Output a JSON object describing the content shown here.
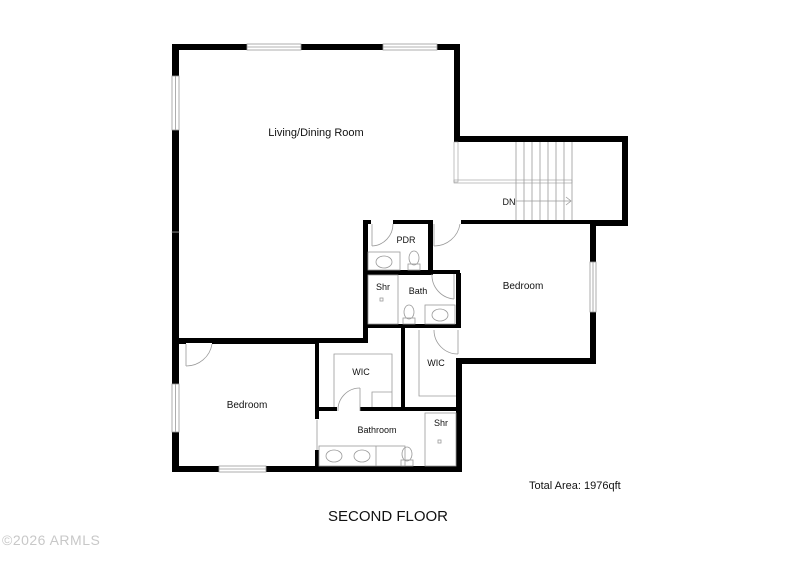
{
  "plan": {
    "floor_title": "SECOND FLOOR",
    "total_area": "Total Area: 1976qft",
    "watermark": "©2026 ARMLS",
    "rooms": {
      "living": "Living/Dining Room",
      "pdr": "PDR",
      "shr1": "Shr",
      "bath": "Bath",
      "bedroom_right": "Bedroom",
      "wic_right": "WIC",
      "wic_left": "WIC",
      "bedroom_left": "Bedroom",
      "bathroom": "Bathroom",
      "shr2": "Shr"
    },
    "stair_label": "DN"
  },
  "colors": {
    "wall": "#000000",
    "fixture_line": "#9a9a9a",
    "text": "#111111",
    "watermark": "#c8c8c8"
  }
}
